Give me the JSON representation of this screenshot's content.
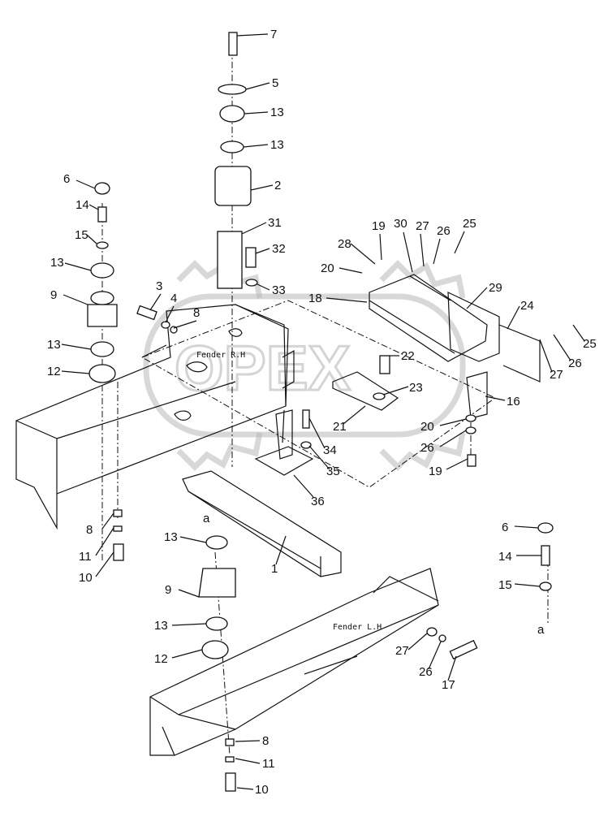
{
  "watermark": "OPEX",
  "labels": {
    "fender_rh": "Fender R.H",
    "fender_lh": "Fender L.H",
    "ref_a_left": "a",
    "ref_a_right": "a"
  },
  "callouts": [
    {
      "n": "7"
    },
    {
      "n": "5"
    },
    {
      "n": "13"
    },
    {
      "n": "13"
    },
    {
      "n": "2"
    },
    {
      "n": "31"
    },
    {
      "n": "32"
    },
    {
      "n": "33"
    },
    {
      "n": "6"
    },
    {
      "n": "14"
    },
    {
      "n": "15"
    },
    {
      "n": "13"
    },
    {
      "n": "9"
    },
    {
      "n": "3"
    },
    {
      "n": "4"
    },
    {
      "n": "8"
    },
    {
      "n": "13"
    },
    {
      "n": "12"
    },
    {
      "n": "19"
    },
    {
      "n": "28"
    },
    {
      "n": "30"
    },
    {
      "n": "27"
    },
    {
      "n": "26"
    },
    {
      "n": "25"
    },
    {
      "n": "20"
    },
    {
      "n": "18"
    },
    {
      "n": "29"
    },
    {
      "n": "24"
    },
    {
      "n": "25"
    },
    {
      "n": "26"
    },
    {
      "n": "27"
    },
    {
      "n": "22"
    },
    {
      "n": "23"
    },
    {
      "n": "16"
    },
    {
      "n": "21"
    },
    {
      "n": "20"
    },
    {
      "n": "26"
    },
    {
      "n": "19"
    },
    {
      "n": "34"
    },
    {
      "n": "35"
    },
    {
      "n": "36"
    },
    {
      "n": "8"
    },
    {
      "n": "11"
    },
    {
      "n": "10"
    },
    {
      "n": "13"
    },
    {
      "n": "1"
    },
    {
      "n": "6"
    },
    {
      "n": "14"
    },
    {
      "n": "15"
    },
    {
      "n": "9"
    },
    {
      "n": "13"
    },
    {
      "n": "12"
    },
    {
      "n": "27"
    },
    {
      "n": "26"
    },
    {
      "n": "17"
    },
    {
      "n": "8"
    },
    {
      "n": "11"
    },
    {
      "n": "10"
    }
  ]
}
